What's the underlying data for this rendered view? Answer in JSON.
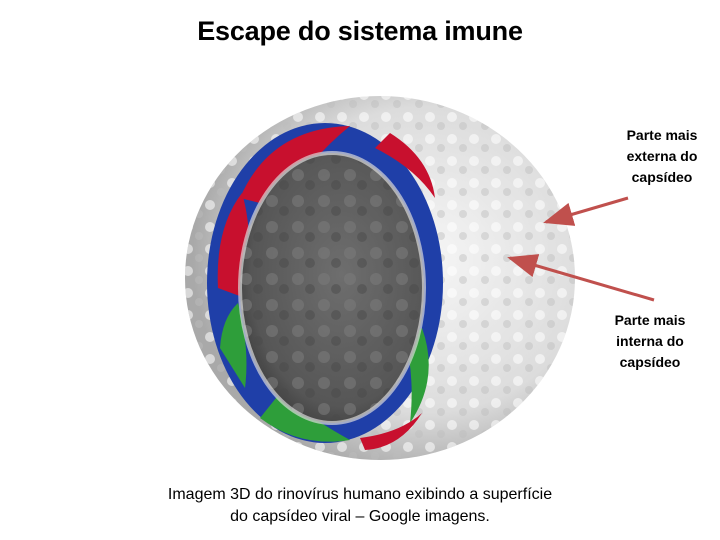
{
  "slide": {
    "title": "Escape do sistema imune",
    "labels": {
      "outer": [
        "Parte mais",
        "externa do",
        "capsídeo"
      ],
      "inner": [
        "Parte mais",
        "interna do",
        "capsídeo"
      ]
    },
    "caption": [
      "Imagem 3D do rinovírus humano exibindo a superfície",
      "do capsídeo viral – Google imagens."
    ]
  },
  "colors": {
    "arrow": "#c0504d",
    "capsid_outer": "#e8e8e8",
    "capsid_cavity": "#6b6b6b",
    "protein_red": "#c8102e",
    "protein_blue": "#1f3fa8",
    "protein_green": "#2e9e3a"
  }
}
